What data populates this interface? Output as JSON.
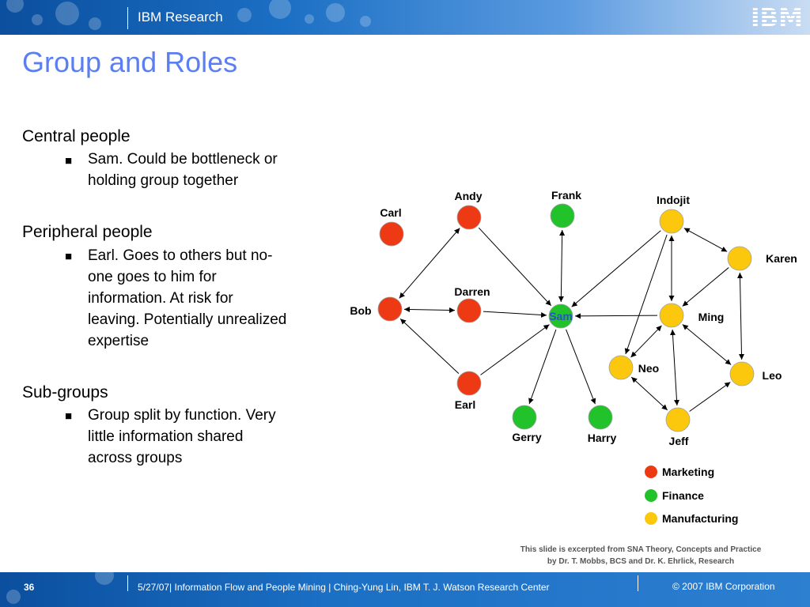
{
  "header": {
    "title": "IBM Research",
    "logo_text": "IBM"
  },
  "slide": {
    "title": "Group and Roles",
    "sections": [
      {
        "heading": "Central people",
        "bullets": [
          [
            "Sam.  Could be bottleneck or",
            "holding group together"
          ]
        ]
      },
      {
        "heading": "Peripheral people",
        "bullets": [
          [
            "Earl.  Goes to others but no-",
            "one goes to him for",
            "information.  At risk for",
            "leaving. Potentially unrealized",
            "expertise"
          ]
        ]
      },
      {
        "heading": "Sub-groups",
        "bullets": [
          [
            "Group split by function.  Very",
            "little information shared",
            "across groups"
          ]
        ]
      }
    ]
  },
  "graph": {
    "nodes": [
      {
        "id": "Carl",
        "label": "Carl",
        "group": "Marketing"
      },
      {
        "id": "Andy",
        "label": "Andy",
        "group": "Marketing"
      },
      {
        "id": "Bob",
        "label": "Bob",
        "group": "Marketing"
      },
      {
        "id": "Darren",
        "label": "Darren",
        "group": "Marketing"
      },
      {
        "id": "Earl",
        "label": "Earl",
        "group": "Marketing"
      },
      {
        "id": "Frank",
        "label": "Frank",
        "group": "Finance"
      },
      {
        "id": "Sam",
        "label": "Sam",
        "group": "Finance"
      },
      {
        "id": "Gerry",
        "label": "Gerry",
        "group": "Finance"
      },
      {
        "id": "Harry",
        "label": "Harry",
        "group": "Finance"
      },
      {
        "id": "Indojit",
        "label": "Indojit",
        "group": "Manufacturing"
      },
      {
        "id": "Karen",
        "label": "Karen",
        "group": "Manufacturing"
      },
      {
        "id": "Ming",
        "label": "Ming",
        "group": "Manufacturing"
      },
      {
        "id": "Neo",
        "label": "Neo",
        "group": "Manufacturing"
      },
      {
        "id": "Leo",
        "label": "Leo",
        "group": "Manufacturing"
      },
      {
        "id": "Jeff",
        "label": "Jeff",
        "group": "Manufacturing"
      }
    ],
    "edges": [
      {
        "from": "Bob",
        "to": "Andy",
        "dir": "both"
      },
      {
        "from": "Andy",
        "to": "Sam",
        "dir": "forward"
      },
      {
        "from": "Bob",
        "to": "Darren",
        "dir": "both"
      },
      {
        "from": "Darren",
        "to": "Sam",
        "dir": "forward"
      },
      {
        "from": "Earl",
        "to": "Bob",
        "dir": "forward"
      },
      {
        "from": "Earl",
        "to": "Sam",
        "dir": "forward"
      },
      {
        "from": "Frank",
        "to": "Sam",
        "dir": "both"
      },
      {
        "from": "Sam",
        "to": "Gerry",
        "dir": "forward"
      },
      {
        "from": "Sam",
        "to": "Harry",
        "dir": "forward"
      },
      {
        "from": "Indojit",
        "to": "Sam",
        "dir": "forward"
      },
      {
        "from": "Ming",
        "to": "Sam",
        "dir": "forward"
      },
      {
        "from": "Indojit",
        "to": "Neo",
        "dir": "forward"
      },
      {
        "from": "Indojit",
        "to": "Ming",
        "dir": "both"
      },
      {
        "from": "Indojit",
        "to": "Karen",
        "dir": "both"
      },
      {
        "from": "Karen",
        "to": "Ming",
        "dir": "forward"
      },
      {
        "from": "Karen",
        "to": "Leo",
        "dir": "both"
      },
      {
        "from": "Ming",
        "to": "Neo",
        "dir": "both"
      },
      {
        "from": "Ming",
        "to": "Leo",
        "dir": "both"
      },
      {
        "from": "Ming",
        "to": "Jeff",
        "dir": "both"
      },
      {
        "from": "Neo",
        "to": "Jeff",
        "dir": "both"
      },
      {
        "from": "Jeff",
        "to": "Leo",
        "dir": "forward"
      }
    ]
  },
  "legend": [
    {
      "label": "Marketing",
      "color": "#ee3a14"
    },
    {
      "label": "Finance",
      "color": "#22c22b"
    },
    {
      "label": "Manufacturing",
      "color": "#fcc80e"
    }
  ],
  "credit": {
    "line1": "This slide is excerpted from SNA Theory, Concepts and Practice",
    "line2": "by Dr. T. Mobbs, BCS and Dr. K. Ehrlick, Research"
  },
  "footer": {
    "page_number": "36",
    "text": "5/27/07| Information Flow and People Mining | Ching-Yung Lin, IBM T. J. Watson Research Center",
    "copyright": "© 2007 IBM Corporation"
  }
}
